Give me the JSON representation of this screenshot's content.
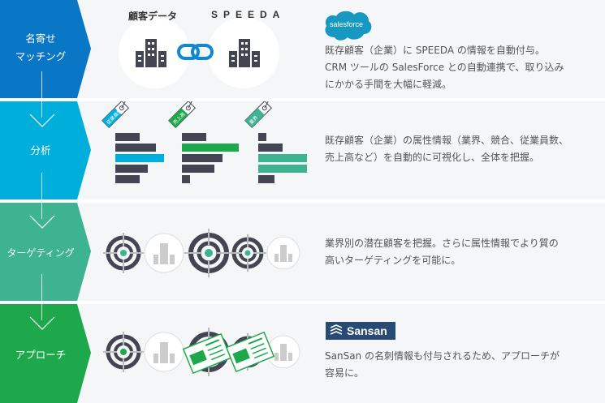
{
  "colors": {
    "stage1": "#0a76c6",
    "stage2": "#00aedb",
    "stage3": "#3eb392",
    "stage4": "#1ea84c",
    "dark": "#444552",
    "panel": "#f5f6f8",
    "salesforce": "#1798c1",
    "sansan": "#274b74"
  },
  "stages": [
    {
      "label_line1": "名寄せ",
      "label_line2": "マッチング",
      "desc_lines": [
        "既存顧客（企業）に SPEEDA の情報を自動付与。",
        "CRM ツールの SalesForce との自動連携で、取り込み",
        "にかかる手間を大幅に軽減。"
      ],
      "logo": "salesforce",
      "logo_text": "salesforce",
      "left_circle_label": "顧客データ",
      "right_circle_label": "SPEEDA",
      "icons": [
        "building-icon",
        "chain-link-icon",
        "building-icon"
      ]
    },
    {
      "label": "分析",
      "desc_lines": [
        "既存顧客（企業）の属性情報（業界、競合、従業員数、",
        "売上高など）を自動的に可視化し、全体を把握。"
      ],
      "charts": [
        {
          "tag": "従業員数",
          "accent": "#00aedb",
          "values": [
            3,
            5,
            6,
            4,
            3
          ],
          "highlight": [
            2
          ]
        },
        {
          "tag": "売上高",
          "accent": "#1ea84c",
          "values": [
            3,
            7,
            5,
            4,
            1
          ],
          "highlight": [
            1
          ]
        },
        {
          "tag": "業界",
          "accent": "#3eb392",
          "values": [
            1,
            3,
            6,
            6,
            2
          ],
          "highlight": [
            2,
            3
          ]
        }
      ]
    },
    {
      "label": "ターゲティング",
      "desc_lines": [
        "業界別の潜在顧客を把握。さらに属性情報でより質の",
        "高いターゲティングを可能に。"
      ],
      "icons": [
        "target-icon",
        "building-icon",
        "target-icon",
        "target-icon",
        "building-icon"
      ]
    },
    {
      "label": "アプローチ",
      "desc_lines": [
        "SanSan の名刺情報も付与されるため、アプローチが",
        "容易に。"
      ],
      "logo": "sansan",
      "logo_text": "Sansan",
      "icons": [
        "target-icon",
        "building-icon",
        "business-card-icon",
        "business-card-icon",
        "building-icon"
      ]
    }
  ]
}
